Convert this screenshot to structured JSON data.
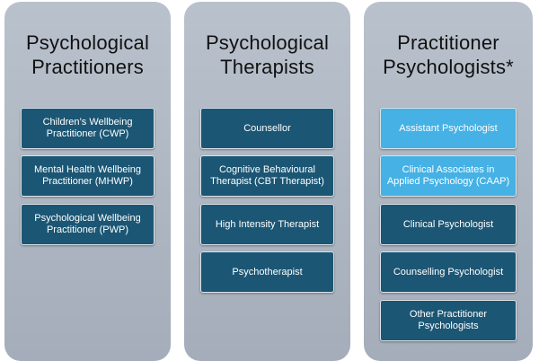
{
  "columns": [
    {
      "title_lines": [
        "Psychological",
        "Practitioners"
      ],
      "cards": [
        {
          "label": "Children’s Wellbeing Practitioner (CWP)",
          "style": "dark"
        },
        {
          "label": "Mental Health Wellbeing Practitioner (MHWP)",
          "style": "dark"
        },
        {
          "label": "Psychological Wellbeing Practitioner (PWP)",
          "style": "dark"
        }
      ]
    },
    {
      "title_lines": [
        "Psychological",
        "Therapists"
      ],
      "cards": [
        {
          "label": "Counsellor",
          "style": "dark"
        },
        {
          "label": "Cognitive Behavioural Therapist (CBT Therapist)",
          "style": "dark"
        },
        {
          "label": "High Intensity Therapist",
          "style": "dark"
        },
        {
          "label": "Psychotherapist",
          "style": "dark"
        }
      ]
    },
    {
      "title_lines": [
        "Practitioner",
        "Psychologists*"
      ],
      "cards": [
        {
          "label": "Assistant Psychologist",
          "style": "light"
        },
        {
          "label": "Clinical Associates in Applied Psychology (CAAP)",
          "style": "light"
        },
        {
          "label": "Clinical Psychologist",
          "style": "dark"
        },
        {
          "label": "Counselling Psychologist",
          "style": "dark"
        },
        {
          "label": "Other Practitioner Psychologists",
          "style": "dark"
        }
      ]
    }
  ],
  "colors": {
    "panel": "#adb6c2",
    "card_dark": "#1b5674",
    "card_light": "#45b1e5",
    "title_text": "#111111",
    "card_text": "#ffffff"
  }
}
